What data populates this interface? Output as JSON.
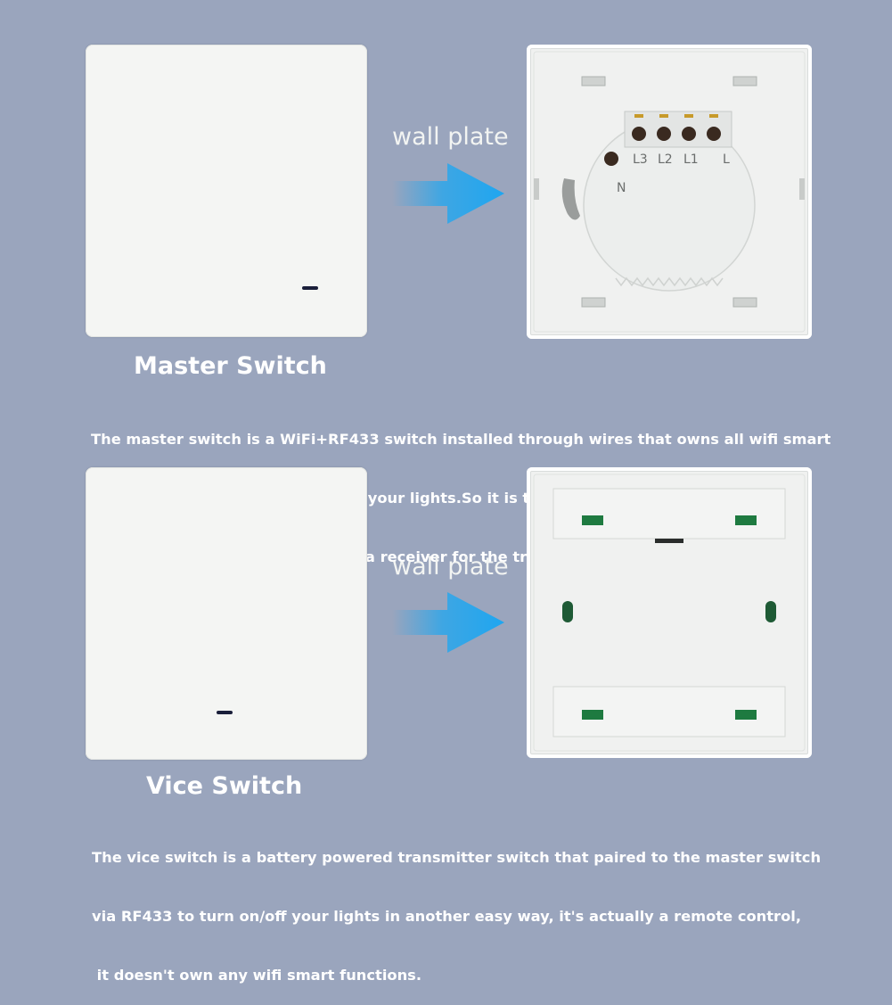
{
  "master": {
    "wall_plate_label": "wall plate",
    "title": "Master Switch",
    "description": [
      "The master switch is a WiFi+RF433 switch installed through wires that owns all wifi smart",
      "functions for intelligently control your lights.So it is the master switch for connecting",
      "WiFi network and APP, as well as a receiver for the transmitter switch."
    ],
    "terminals": [
      "L3",
      "L2",
      "L1",
      "L"
    ],
    "neutral": "N"
  },
  "vice": {
    "wall_plate_label": "wall plate",
    "title": "Vice Switch",
    "description": [
      "The vice switch is a battery powered transmitter switch that paired to the master switch",
      "via RF433 to turn on/off your lights in another easy way, it's actually a remote control,",
      " it doesn't own any wifi smart functions."
    ]
  },
  "colors": {
    "background": "#9aa5bd",
    "arrow": "#1fa6f0",
    "text": "#ffffff"
  },
  "icons": [
    "arrow-right-icon"
  ]
}
